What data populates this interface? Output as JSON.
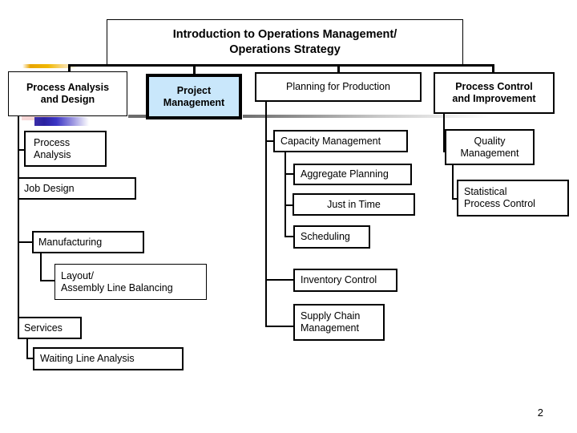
{
  "slide": {
    "page_number": "2",
    "accent_highlight_color": "#c9e7fb",
    "line_color": "#000000"
  },
  "chart_data": {
    "type": "diagram",
    "title": "Introduction to Operations Management/\nOperations Strategy",
    "root": "Introduction to Operations Management/ Operations Strategy",
    "branches": [
      {
        "label": "Process Analysis\nand Design",
        "children": [
          {
            "label": "Process\nAnalysis",
            "children": []
          },
          {
            "label": "Job Design",
            "children": []
          },
          {
            "label": "Manufacturing",
            "children": [
              {
                "label": "Layout/\nAssembly Line Balancing"
              }
            ]
          },
          {
            "label": "Services",
            "children": [
              {
                "label": "Waiting Line Analysis"
              }
            ]
          }
        ]
      },
      {
        "label": "Project\nManagement",
        "highlighted": true,
        "children": []
      },
      {
        "label": "Planning for Production",
        "children": [
          {
            "label": "Capacity Management",
            "children": [
              {
                "label": "Aggregate Planning"
              },
              {
                "label": "Just in Time"
              },
              {
                "label": "Scheduling"
              }
            ]
          },
          {
            "label": "Inventory Control",
            "children": []
          },
          {
            "label": "Supply Chain\nManagement",
            "children": []
          }
        ]
      },
      {
        "label": "Process Control\nand Improvement",
        "children": [
          {
            "label": "Quality\nManagement",
            "children": [
              {
                "label": "Statistical\nProcess Control"
              }
            ]
          }
        ]
      }
    ]
  },
  "nodes": {
    "title": "Introduction to Operations Management/\nOperations Strategy",
    "process_analysis_and_design": "Process Analysis\nand Design",
    "project_management": "Project\nManagement",
    "planning_for_production": "Planning for Production",
    "process_control_and_improvement": "Process Control\nand Improvement",
    "process_analysis": "Process\nAnalysis",
    "job_design": "Job Design",
    "manufacturing": "Manufacturing",
    "layout_assembly_line_balancing": "Layout/\nAssembly Line Balancing",
    "services": "Services",
    "waiting_line_analysis": "Waiting Line Analysis",
    "capacity_management": "Capacity Management",
    "aggregate_planning": "Aggregate Planning",
    "just_in_time": "Just in Time",
    "scheduling": "Scheduling",
    "inventory_control": "Inventory Control",
    "supply_chain_management": "Supply Chain\nManagement",
    "quality_management": "Quality\nManagement",
    "statistical_process_control": "Statistical\nProcess Control"
  }
}
